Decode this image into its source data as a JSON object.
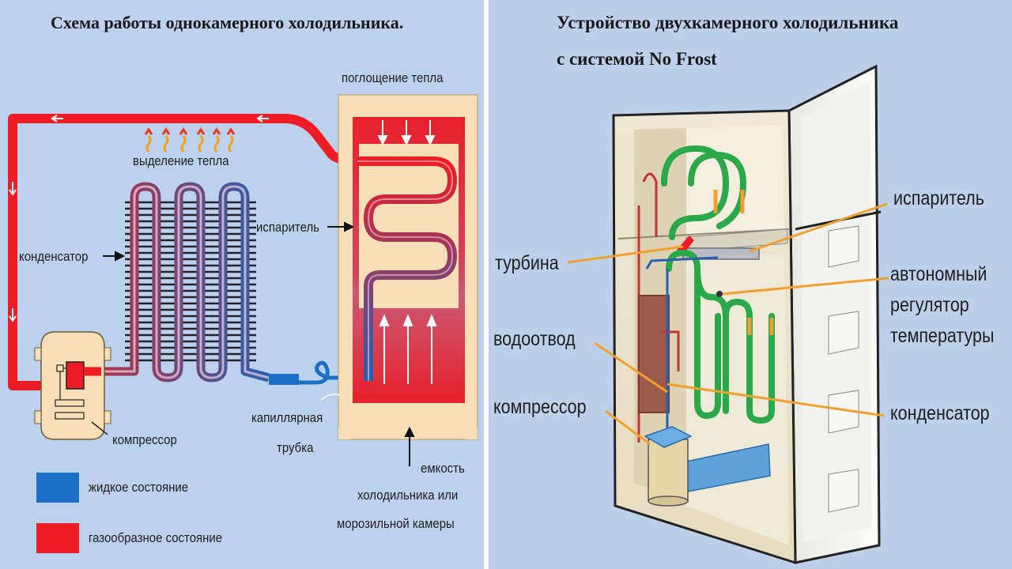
{
  "left": {
    "title": "Схема работы однокамерного холодильника.",
    "labels": {
      "heat_absorption": "поглощение тепла",
      "heat_release": "выделение тепла",
      "condenser": "конденсатор",
      "evaporator": "испаритель",
      "compressor": "компрессор",
      "capillary_line1": "капиллярная",
      "capillary_line2": "трубка",
      "chamber_line1": "емкость",
      "chamber_line2": "холодильника или",
      "chamber_line3": "морозильной камеры"
    },
    "legend": [
      {
        "label": "жидкое состояние",
        "color": "#1b6fc4"
      },
      {
        "label": "газообразное состояние",
        "color": "#ee1c24"
      }
    ]
  },
  "right": {
    "title_line1": "Устройство двухкамерного холодильника",
    "title_line2": "с системой No Frost",
    "labels": {
      "evaporator": "испаритель",
      "turbine": "турбина",
      "regulator_line1": "автономный",
      "regulator_line2": "регулятор",
      "regulator_line3": "температуры",
      "drain": "водоотвод",
      "compressor": "компрессор",
      "condenser": "конденсатор"
    }
  },
  "colors": {
    "hot": "#ee1c24",
    "cold": "#1b6fc4",
    "background": "#bcd1eb",
    "cabinet": "#f6dfb6",
    "coil_green": "#2aa84a",
    "leader": "#f0a030"
  }
}
